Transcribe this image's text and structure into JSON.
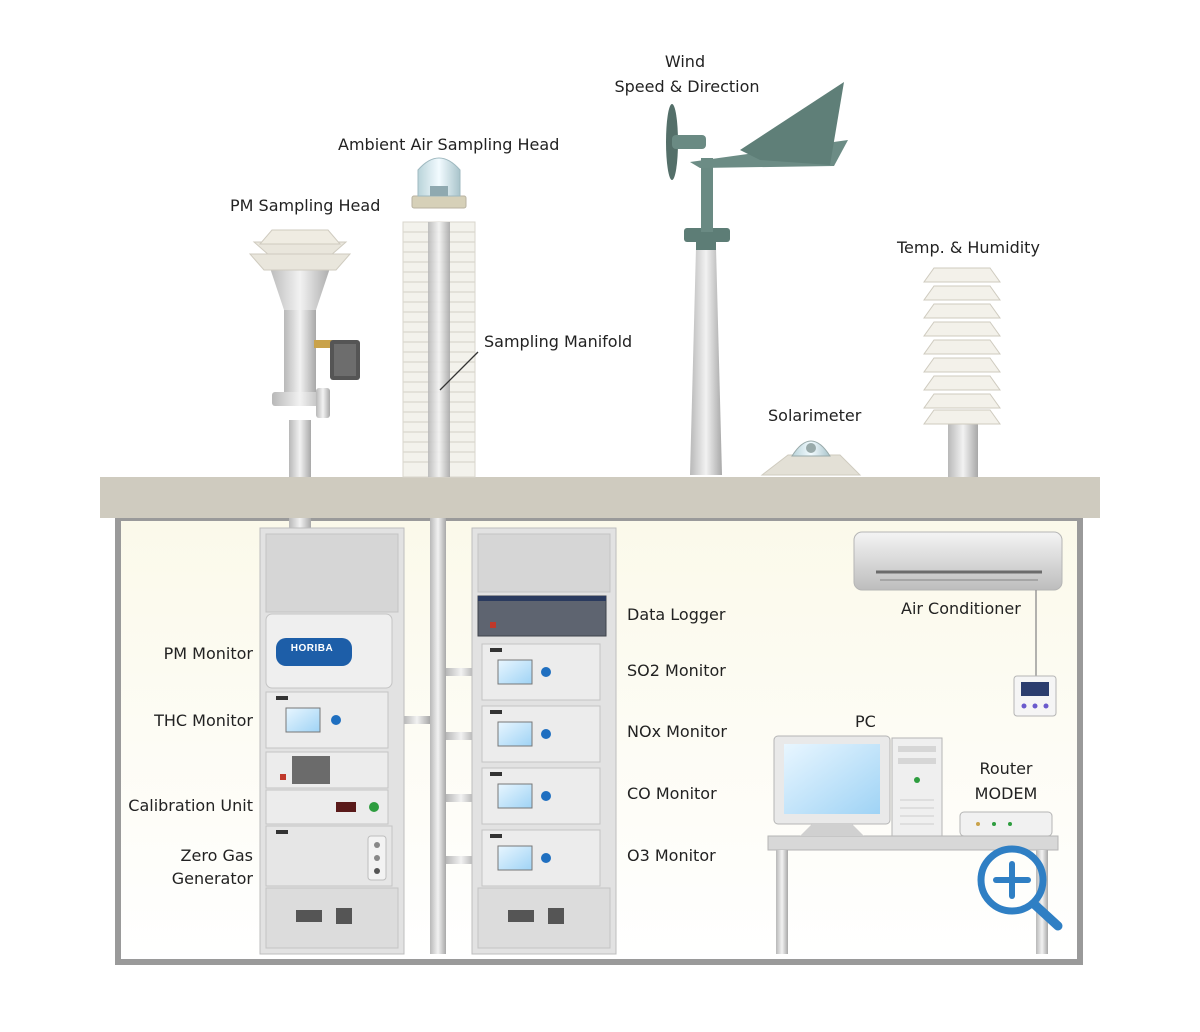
{
  "labels": {
    "wind": "Wind",
    "wind_sub": "Speed & Direction",
    "ambient_head": "Ambient Air Sampling Head",
    "pm_head": "PM Sampling Head",
    "manifold": "Sampling Manifold",
    "temp_humidity": "Temp. & Humidity",
    "solarimeter": "Solarimeter",
    "data_logger": "Data Logger",
    "so2_monitor": "SO2 Monitor",
    "nox_monitor": "NOx Monitor",
    "co_monitor": "CO Monitor",
    "o3_monitor": "O3 Monitor",
    "pm_monitor": "PM Monitor",
    "thc_monitor": "THC Monitor",
    "calibration_unit": "Calibration Unit",
    "zero_gas_1": "Zero Gas",
    "zero_gas_2": "Generator",
    "air_conditioner": "Air Conditioner",
    "pc": "PC",
    "router": "Router",
    "modem": "MODEM"
  },
  "brand": {
    "horiba": "HORIBA"
  },
  "icons": {
    "zoom": "zoom-in-icon"
  },
  "colors": {
    "roof": "#cfcbbf",
    "room_bg": "#fbf9ec",
    "rack": "#dedede",
    "zoom_accent": "#2f7fc4"
  }
}
